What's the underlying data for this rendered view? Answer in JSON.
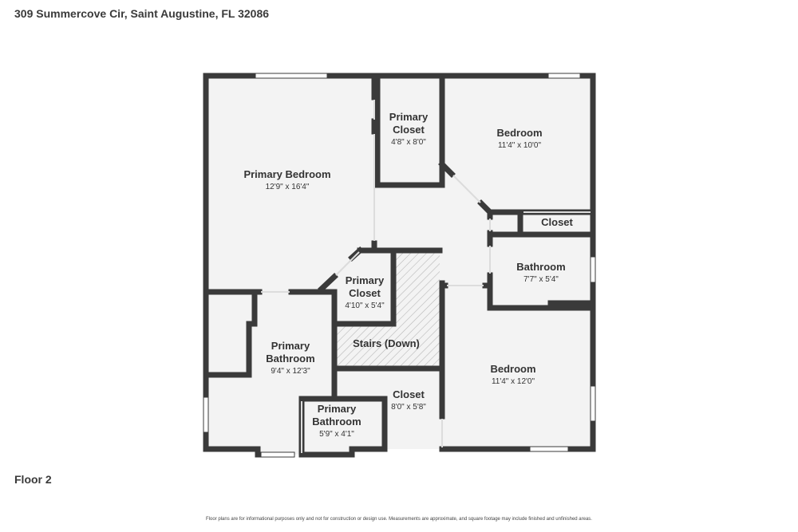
{
  "header": {
    "address": "309 Summercove Cir, Saint Augustine, FL 32086"
  },
  "footer": {
    "floor_label": "Floor 2",
    "disclaimer": "Floor plans are for informational purposes only and not for construction or design use. Measurements are approximate, and square footage may include finished and unfinished areas."
  },
  "rooms": {
    "primary_bedroom": {
      "name": "Primary Bedroom",
      "dims": "12'9\" x 16'4\""
    },
    "primary_closet_top": {
      "name_line1": "Primary",
      "name_line2": "Closet",
      "dims": "4'8\" x 8'0\""
    },
    "bedroom_top": {
      "name": "Bedroom",
      "dims": "11'4\" x 10'0\""
    },
    "closet_right": {
      "name": "Closet"
    },
    "bathroom": {
      "name": "Bathroom",
      "dims": "7'7\" x 5'4\""
    },
    "primary_closet_mid": {
      "name_line1": "Primary",
      "name_line2": "Closet",
      "dims": "4'10\" x 5'4\""
    },
    "stairs": {
      "name": "Stairs (Down)"
    },
    "primary_bathroom": {
      "name_line1": "Primary",
      "name_line2": "Bathroom",
      "dims": "9'4\" x 12'3\""
    },
    "bedroom_bottom": {
      "name": "Bedroom",
      "dims": "11'4\" x 12'0\""
    },
    "closet_bottom": {
      "name": "Closet",
      "dims": "8'0\" x 5'8\""
    },
    "primary_bathroom_small": {
      "name_line1": "Primary",
      "name_line2": "Bathroom",
      "dims": "5'9\" x 4'1\""
    }
  },
  "colors": {
    "wall": "#3a3a3a",
    "floor": "#f3f3f3",
    "window": "#ffffff",
    "hatch": "#b5b5b5"
  }
}
